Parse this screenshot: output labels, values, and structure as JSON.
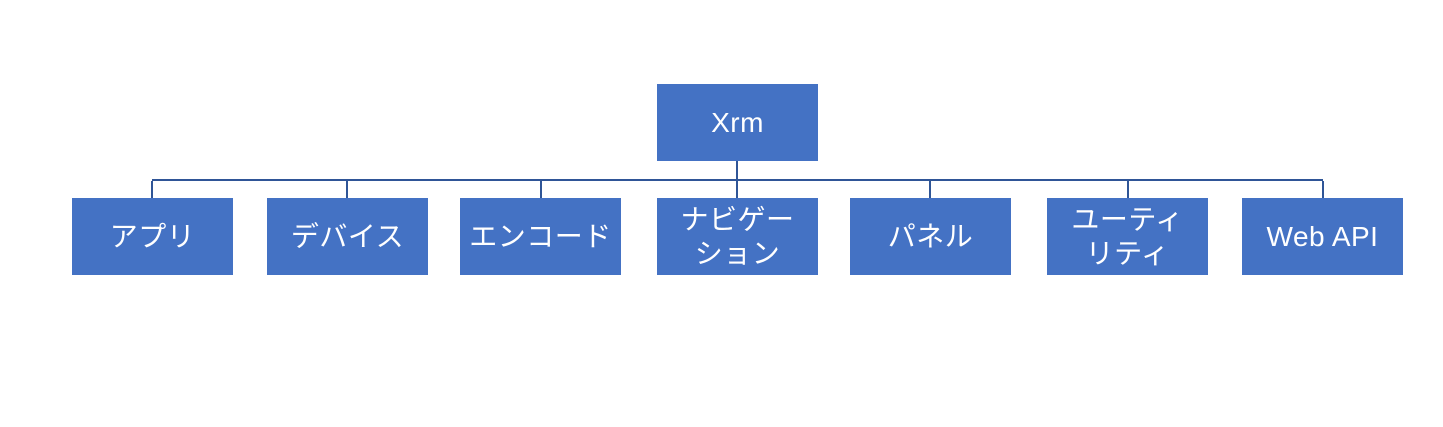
{
  "diagram": {
    "type": "org-chart",
    "root": {
      "label": "Xrm"
    },
    "children": [
      {
        "label": "アプリ",
        "lines": [
          "アプリ"
        ]
      },
      {
        "label": "デバイス",
        "lines": [
          "デバイス"
        ]
      },
      {
        "label": "エンコード",
        "lines": [
          "エンコード"
        ]
      },
      {
        "label": "ナビゲーション",
        "lines": [
          "ナビゲー",
          "ション"
        ]
      },
      {
        "label": "パネル",
        "lines": [
          "パネル"
        ]
      },
      {
        "label": "ユーティリティ",
        "lines": [
          "ユーティ",
          "リティ"
        ]
      },
      {
        "label": "Web API",
        "lines": [
          "Web API"
        ]
      }
    ]
  },
  "colors": {
    "box_fill": "#4472C4",
    "connector": "#2F5597",
    "text": "#FFFFFF",
    "background": "#FFFFFF"
  }
}
